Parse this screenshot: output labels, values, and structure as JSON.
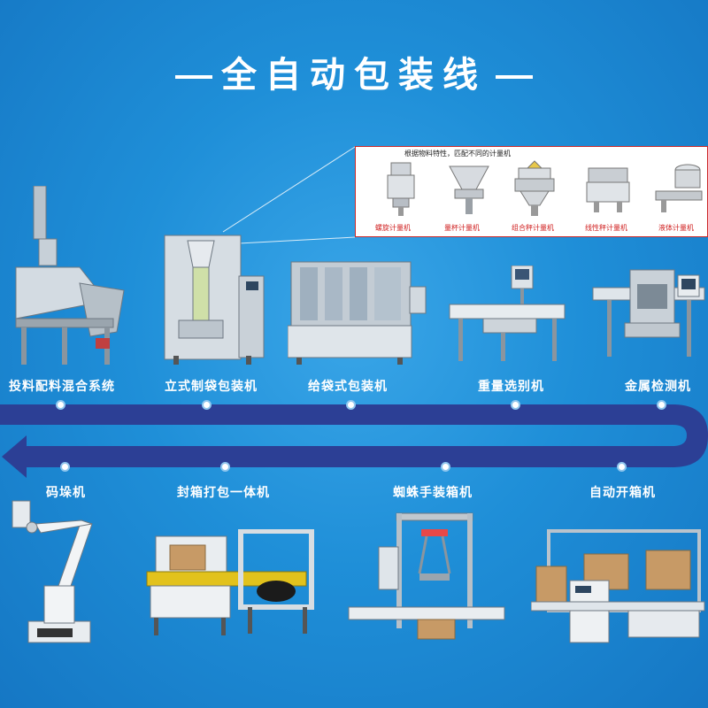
{
  "title": "全自动包装线",
  "callout": {
    "heading": "根据物料特性，匹配不同的计量机",
    "meters": [
      {
        "label": "螺旋计量机",
        "icon": "auger-filler-icon"
      },
      {
        "label": "量杯计量机",
        "icon": "cup-filler-icon"
      },
      {
        "label": "组合秤计量机",
        "icon": "multihead-weigher-icon"
      },
      {
        "label": "线性秤计量机",
        "icon": "linear-weigher-icon"
      },
      {
        "label": "液体计量机",
        "icon": "liquid-filler-icon"
      }
    ]
  },
  "top_row": [
    {
      "label": "投料配料混合系统",
      "icon": "mixing-system-icon"
    },
    {
      "label": "立式制袋包装机",
      "icon": "vertical-packing-machine-icon"
    },
    {
      "label": "给袋式包装机",
      "icon": "premade-bag-packing-machine-icon"
    },
    {
      "label": "重量选别机",
      "icon": "checkweigher-icon"
    },
    {
      "label": "金属检测机",
      "icon": "metal-detector-icon"
    }
  ],
  "bottom_row": [
    {
      "label": "码垛机",
      "icon": "palletizing-robot-icon"
    },
    {
      "label": "封箱打包一体机",
      "icon": "case-sealing-strapping-machine-icon"
    },
    {
      "label": "蜘蛛手装箱机",
      "icon": "spider-hand-case-packer-icon"
    },
    {
      "label": "自动开箱机",
      "icon": "case-erector-icon"
    }
  ],
  "colors": {
    "background": "#1f8fd8",
    "flow_arrow": "#2c3f95",
    "callout_border": "#cc2a2a",
    "meter_label": "#d02020"
  }
}
